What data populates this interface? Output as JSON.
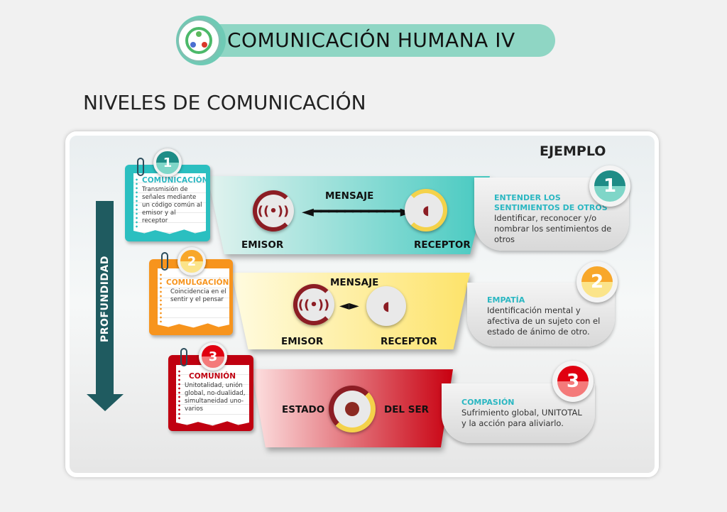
{
  "header": {
    "title": "COMUNICACIÓN HUMANA IV",
    "logo_icon": "people-network-icon"
  },
  "subtitle": "NIVELES DE COMUNICACIÓN",
  "example_heading": "EJEMPLO",
  "depth_label": "PROFUNDIDAD",
  "colors": {
    "teal": "#2bbfc0",
    "orange": "#f7941d",
    "red": "#c00010",
    "dark_teal": "#1f5b60",
    "header": "#8fd6c4"
  },
  "levels": [
    {
      "number": "1",
      "title": "COMUNICACIÓN",
      "description": "Transmisión de señales mediante un código común al emisor y al receptor",
      "sender": "EMISOR",
      "message": "MENSAJE",
      "receiver": "RECEPTOR"
    },
    {
      "number": "2",
      "title": "COMULGACIÓN",
      "description": "Coincidencia en el sentir y el pensar",
      "sender": "EMISOR",
      "message": "MENSAJE",
      "receiver": "RECEPTOR"
    },
    {
      "number": "3",
      "title": "COMUNIÓN",
      "description": "Unitotalidad, unión global, no-dualidad, simultaneidad uno-varios",
      "left": "ESTADO",
      "right": "DEL SER"
    }
  ],
  "examples": [
    {
      "number": "1",
      "title": "ENTENDER LOS SENTIMIENTOS DE OTROS",
      "description": "Identificar, reconocer y/o nombrar los sentimientos de otros"
    },
    {
      "number": "2",
      "title": "EMPATÍA",
      "description": "Identificación mental y afectiva de un sujeto con el estado de ánimo de otro."
    },
    {
      "number": "3",
      "title": "COMPASIÓN",
      "description": "Sufrimiento global, UNITOTAL y la acción para aliviarlo."
    }
  ]
}
